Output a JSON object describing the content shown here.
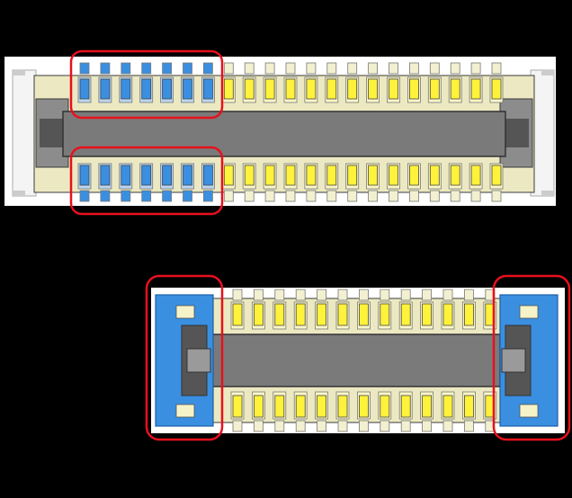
{
  "figure": {
    "background": "#000000",
    "panel_background": "#ffffff",
    "top_connector": {
      "pin_count_per_row": 21,
      "highlighted_pin_count_per_row": 7,
      "rows": [
        "top",
        "bottom"
      ],
      "highlight_regions": [
        "top-left-pin-group",
        "bottom-left-pin-group"
      ]
    },
    "bottom_connector": {
      "pin_count_per_row": 13,
      "highlight_regions": [
        "left-end-cap",
        "right-end-cap"
      ]
    }
  },
  "colors": {
    "highlight_outline": "#e8101c",
    "highlight_fill": "#3a8fe0",
    "pin_yellow": "#fff23a",
    "pin_tail": "#f2f0d0",
    "body_gray": "#7a7a7a",
    "housing_tan": "#ece9c2",
    "housing_outline": "#3a3a3a",
    "dark_part": "#555555"
  }
}
